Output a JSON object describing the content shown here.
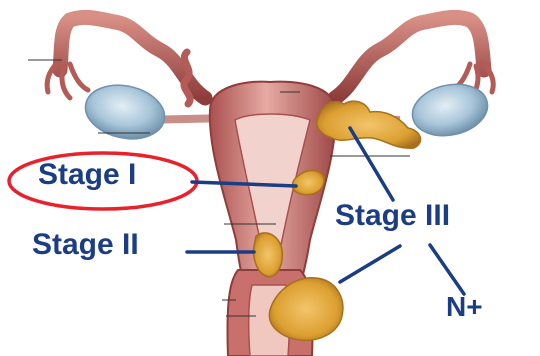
{
  "labels": {
    "stage_1": "Stage I",
    "stage_2": "Stage II",
    "stage_3": "Stage III",
    "nodal": "N+"
  },
  "colors": {
    "label_text": "#1b3d84",
    "pointer_line": "#1b3d84",
    "highlight_ellipse": "#e8222c",
    "uterus_tissue": "#c9706c",
    "tube_tissue": "#b45a57",
    "ovary": "#a9c6da",
    "tumor": "#e3a62e"
  },
  "icons": {
    "anatomy": "uterus-illustration-icon"
  }
}
